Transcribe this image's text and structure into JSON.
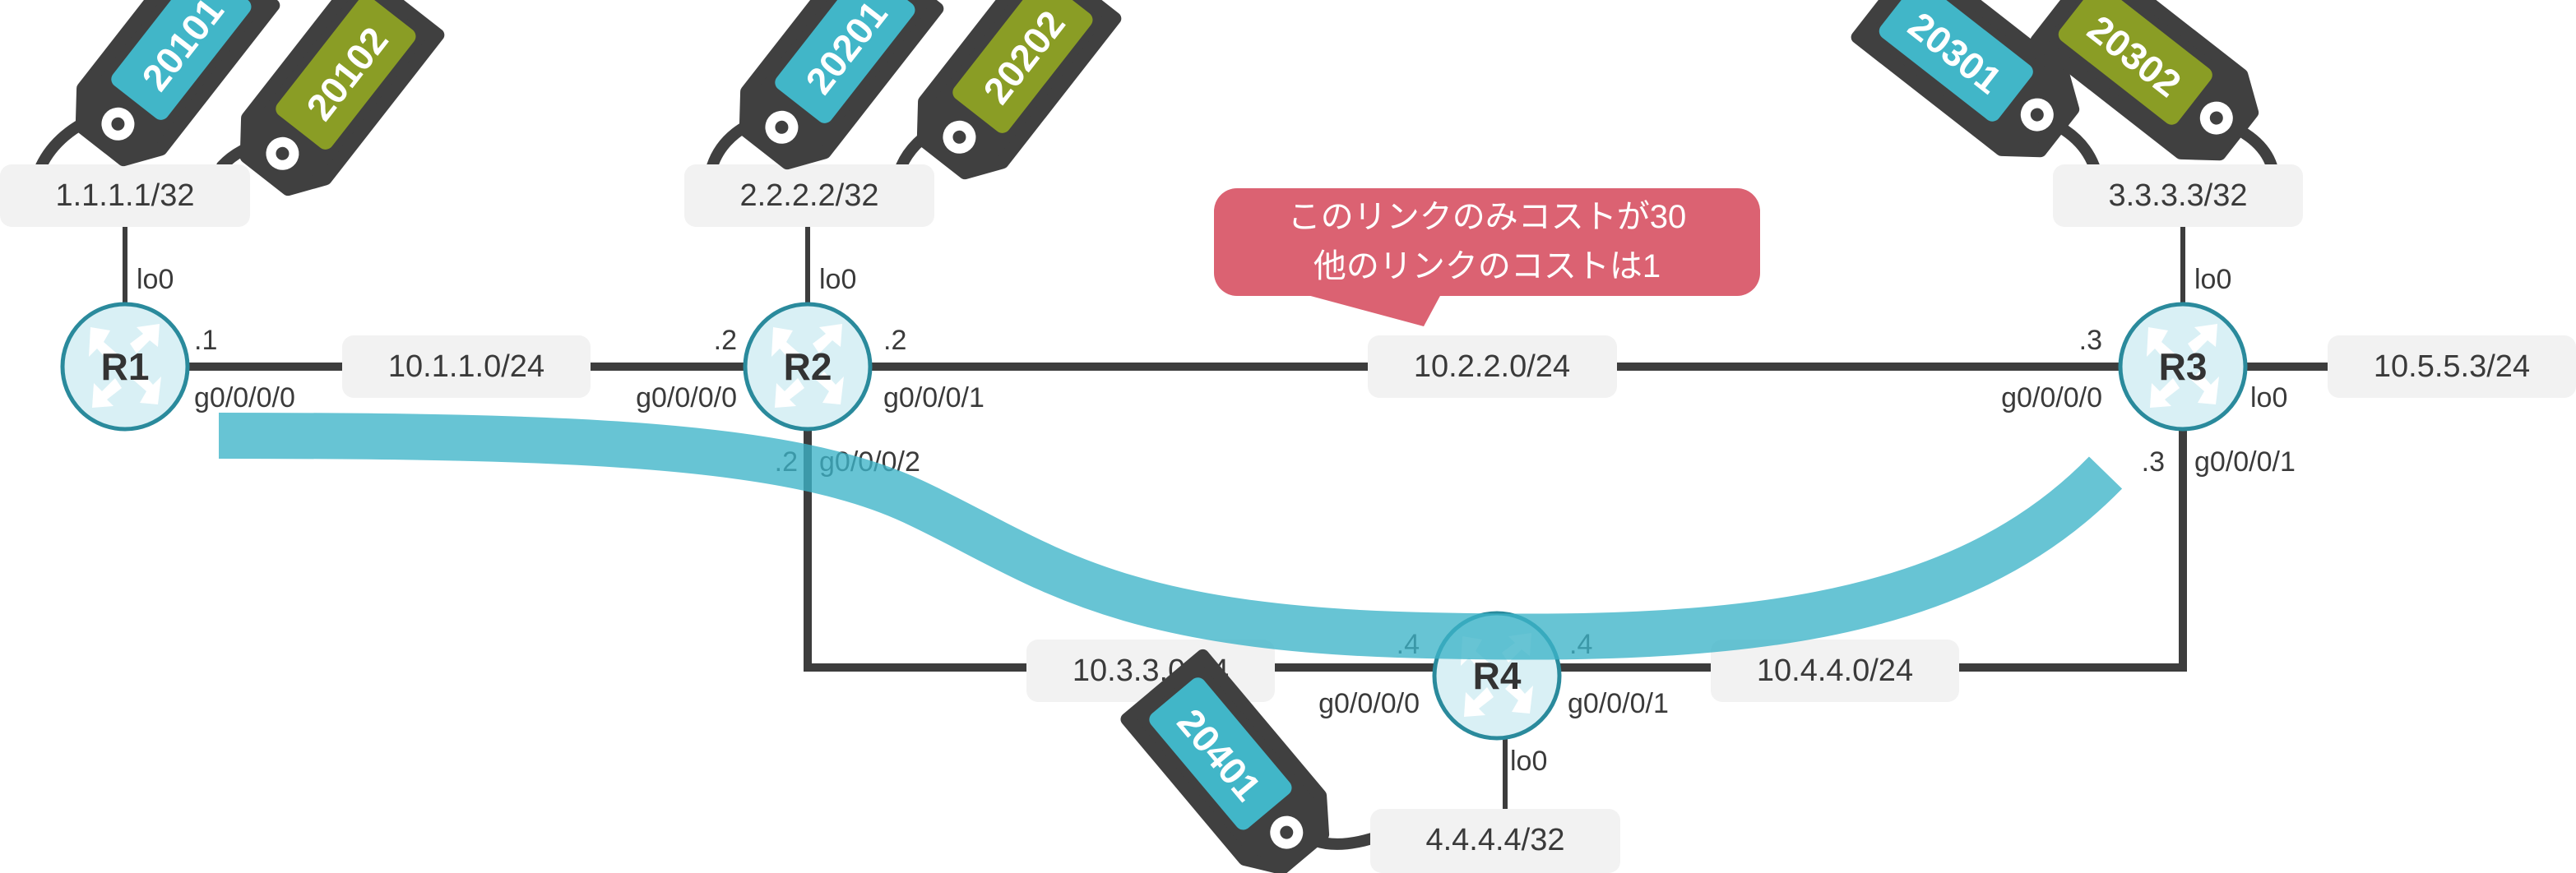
{
  "colors": {
    "path_highlight": "#3cb3c8",
    "label_blue": "#41b6c8",
    "label_olive": "#8a9d25",
    "callout": "#db6272",
    "router_fill": "#d9f0f5",
    "router_stroke": "#2a8a9c",
    "tag_body": "#404040",
    "subnet_box": "#f2f2f2"
  },
  "routers": {
    "r1": {
      "name": "R1"
    },
    "r2": {
      "name": "R2"
    },
    "r3": {
      "name": "R3"
    },
    "r4": {
      "name": "R4"
    }
  },
  "subnets": {
    "r1_lo": "1.1.1.1/32",
    "r2_lo": "2.2.2.2/32",
    "r3_lo": "3.3.3.3/32",
    "r4_lo": "4.4.4.4/32",
    "r1_r2": "10.1.1.0/24",
    "r2_r3": "10.2.2.0/24",
    "r2_r4": "10.3.3.0/24",
    "r4_r3": "10.4.4.0/24",
    "r3_ext": "10.5.5.3/24"
  },
  "interfaces": {
    "r1_lo0": "lo0",
    "r1_host": ".1",
    "r1_g0": "g0/0/0/0",
    "r2_lo0": "lo0",
    "r2_host_left": ".2",
    "r2_g0": "g0/0/0/0",
    "r2_host_right": ".2",
    "r2_g1": "g0/0/0/1",
    "r2_host_down": ".2",
    "r2_g2": "g0/0/0/2",
    "r3_lo0_top": "lo0",
    "r3_host_left": ".3",
    "r3_g0": "g0/0/0/0",
    "r3_lo0_right": "lo0",
    "r3_host_down": ".3",
    "r3_g1": "g0/0/0/1",
    "r4_host_left": ".4",
    "r4_g0": "g0/0/0/0",
    "r4_host_right": ".4",
    "r4_g1": "g0/0/0/1",
    "r4_lo0": "lo0"
  },
  "sid_tags": {
    "t20101": {
      "label": "20101",
      "color": "blue"
    },
    "t20102": {
      "label": "20102",
      "color": "olive"
    },
    "t20201": {
      "label": "20201",
      "color": "blue"
    },
    "t20202": {
      "label": "20202",
      "color": "olive"
    },
    "t20301": {
      "label": "20301",
      "color": "blue"
    },
    "t20302": {
      "label": "20302",
      "color": "olive"
    },
    "t20401": {
      "label": "20401",
      "color": "blue"
    }
  },
  "callout": {
    "line1": "このリンクのみコストが30",
    "line2": "他のリンクのコストは1"
  }
}
